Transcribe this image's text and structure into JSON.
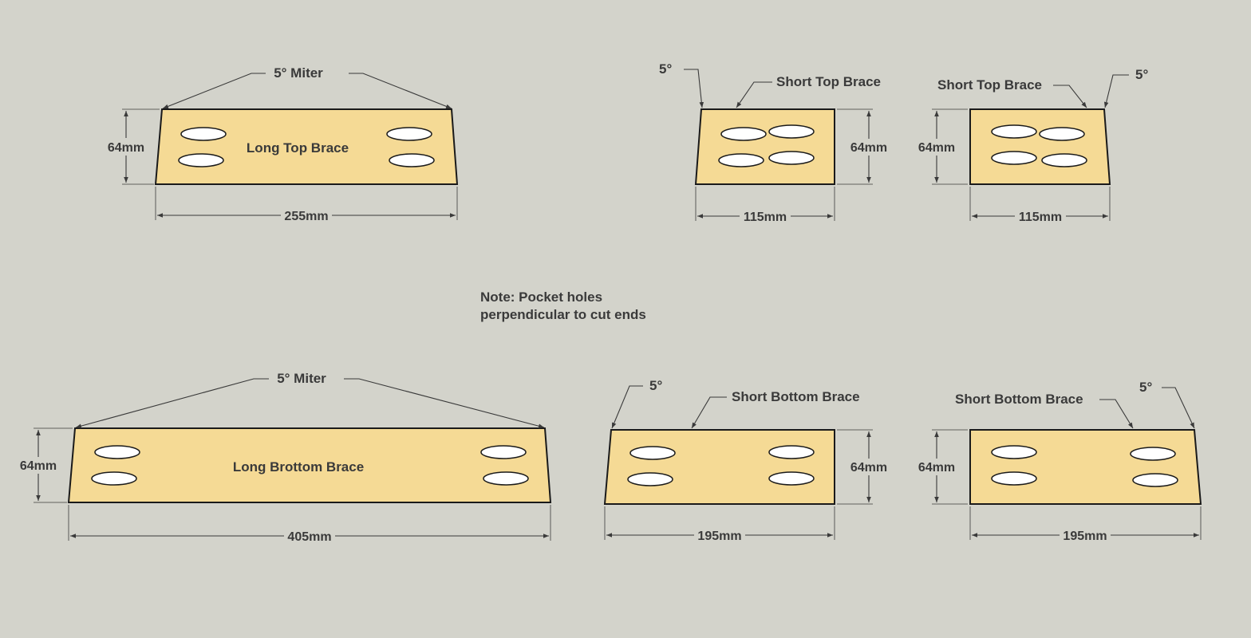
{
  "colors": {
    "background": "#d3d3cb",
    "board_fill": "#f5da95",
    "outline": "#1a1a1a",
    "text": "#3a3a3a",
    "hole_fill": "#ffffff"
  },
  "note": {
    "line1": "Note: Pocket holes",
    "line2": "perpendicular to cut ends"
  },
  "pieces": {
    "long_top": {
      "name": "Long Top Brace",
      "miter_label": "5° Miter",
      "height_label": "64mm",
      "width_label": "255mm"
    },
    "short_top_left": {
      "name": "Short Top Brace",
      "angle_label": "5°",
      "height_label": "64mm",
      "width_label": "115mm"
    },
    "short_top_right": {
      "name": "Short Top Brace",
      "angle_label": "5°",
      "height_label": "64mm",
      "width_label": "115mm"
    },
    "long_bottom": {
      "name": "Long Brottom Brace",
      "miter_label": "5° Miter",
      "height_label": "64mm",
      "width_label": "405mm"
    },
    "short_bottom_left": {
      "name": "Short Bottom Brace",
      "angle_label": "5°",
      "height_label": "64mm",
      "width_label": "195mm"
    },
    "short_bottom_right": {
      "name": "Short Bottom Brace",
      "angle_label": "5°",
      "height_label": "64mm",
      "width_label": "195mm"
    }
  }
}
